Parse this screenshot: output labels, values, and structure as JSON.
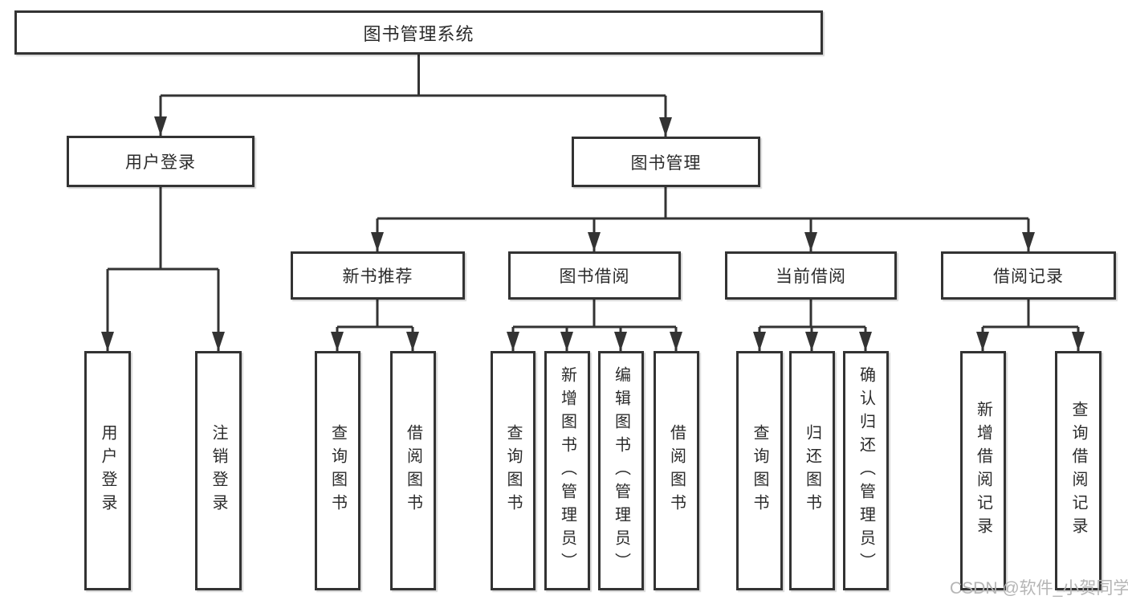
{
  "title": {
    "label": "图书管理系统"
  },
  "level2": {
    "user_login": {
      "label": "用户登录"
    },
    "book_mgmt": {
      "label": "图书管理"
    }
  },
  "level3": {
    "new_books": {
      "label": "新书推荐"
    },
    "book_borrow": {
      "label": "图书借阅"
    },
    "current_borrow": {
      "label": "当前借阅"
    },
    "borrow_records": {
      "label": "借阅记录"
    }
  },
  "leaves": {
    "login": [
      "用户登录",
      "注销登录"
    ],
    "new_books": [
      "查询图书",
      "借阅图书"
    ],
    "book_borrow": [
      "查询图书",
      "新增图书（管理员）",
      "编辑图书（管理员）",
      "借阅图书"
    ],
    "current_borrow": [
      "查询图书",
      "归还图书",
      "确认归还（管理员）"
    ],
    "borrow_records": [
      "新增借阅记录",
      "查询借阅记录"
    ]
  },
  "watermark": {
    "text": "CSDN @软件_小贺同学"
  },
  "colors": {
    "line": "#333333",
    "text": "#2b2b2b",
    "watermark": "#b5b5b5",
    "background": "#ffffff"
  }
}
